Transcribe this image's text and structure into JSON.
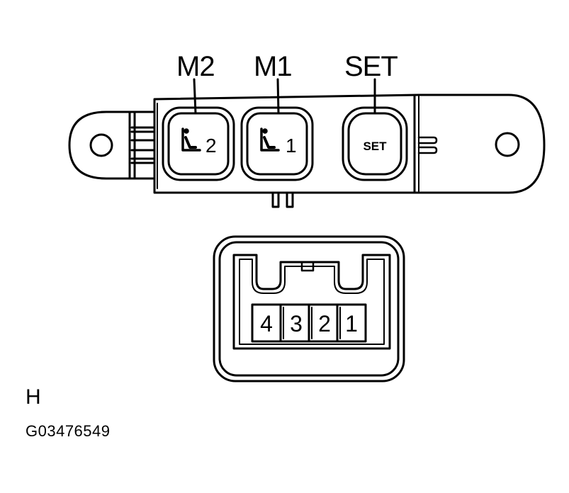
{
  "callouts": {
    "m2": "M2",
    "m1": "M1",
    "set": "SET"
  },
  "buttons": {
    "m2_number": "2",
    "m1_number": "1",
    "set_label": "SET"
  },
  "connector": {
    "pins": [
      "4",
      "3",
      "2",
      "1"
    ]
  },
  "view_label": "H",
  "figure_id": "G03476549"
}
